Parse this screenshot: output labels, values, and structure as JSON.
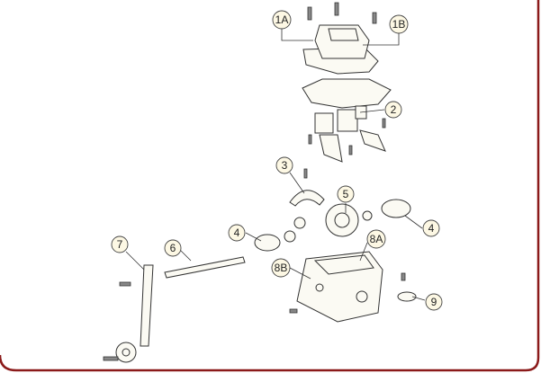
{
  "callouts": [
    "1A",
    "1B",
    "2",
    "3",
    "5",
    "4",
    "4",
    "7",
    "6",
    "8A",
    "8B",
    "9"
  ],
  "colors": {
    "frame": "#8b1a1a",
    "callout_fill": "#fdf8e4"
  }
}
